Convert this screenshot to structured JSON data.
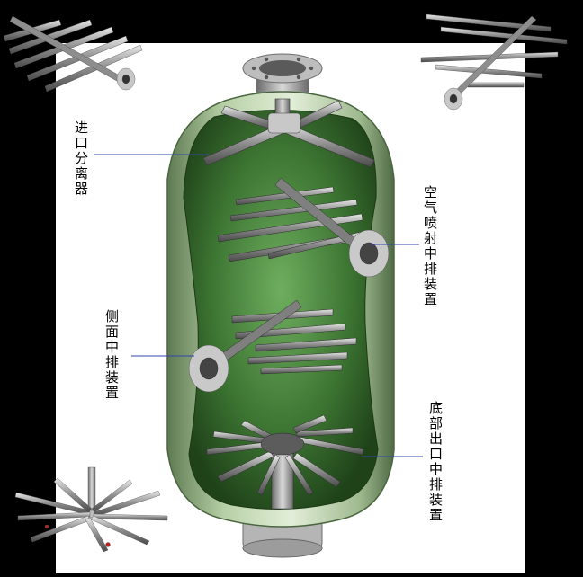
{
  "labels": {
    "inlet": "进口分离器",
    "air_sparge": "空气喷射中排装置",
    "side": "侧面中排装置",
    "bottom": "底部出口中排装置"
  },
  "colors": {
    "background": "#000000",
    "panel": "#ffffff",
    "shell_light": "#d3e4c6",
    "shell_mid": "#8aa87a",
    "interior": "#2d5a26",
    "interior_light": "#5f9a52",
    "pipe": "#9a9a9a",
    "leader_line": "#3344aa"
  }
}
